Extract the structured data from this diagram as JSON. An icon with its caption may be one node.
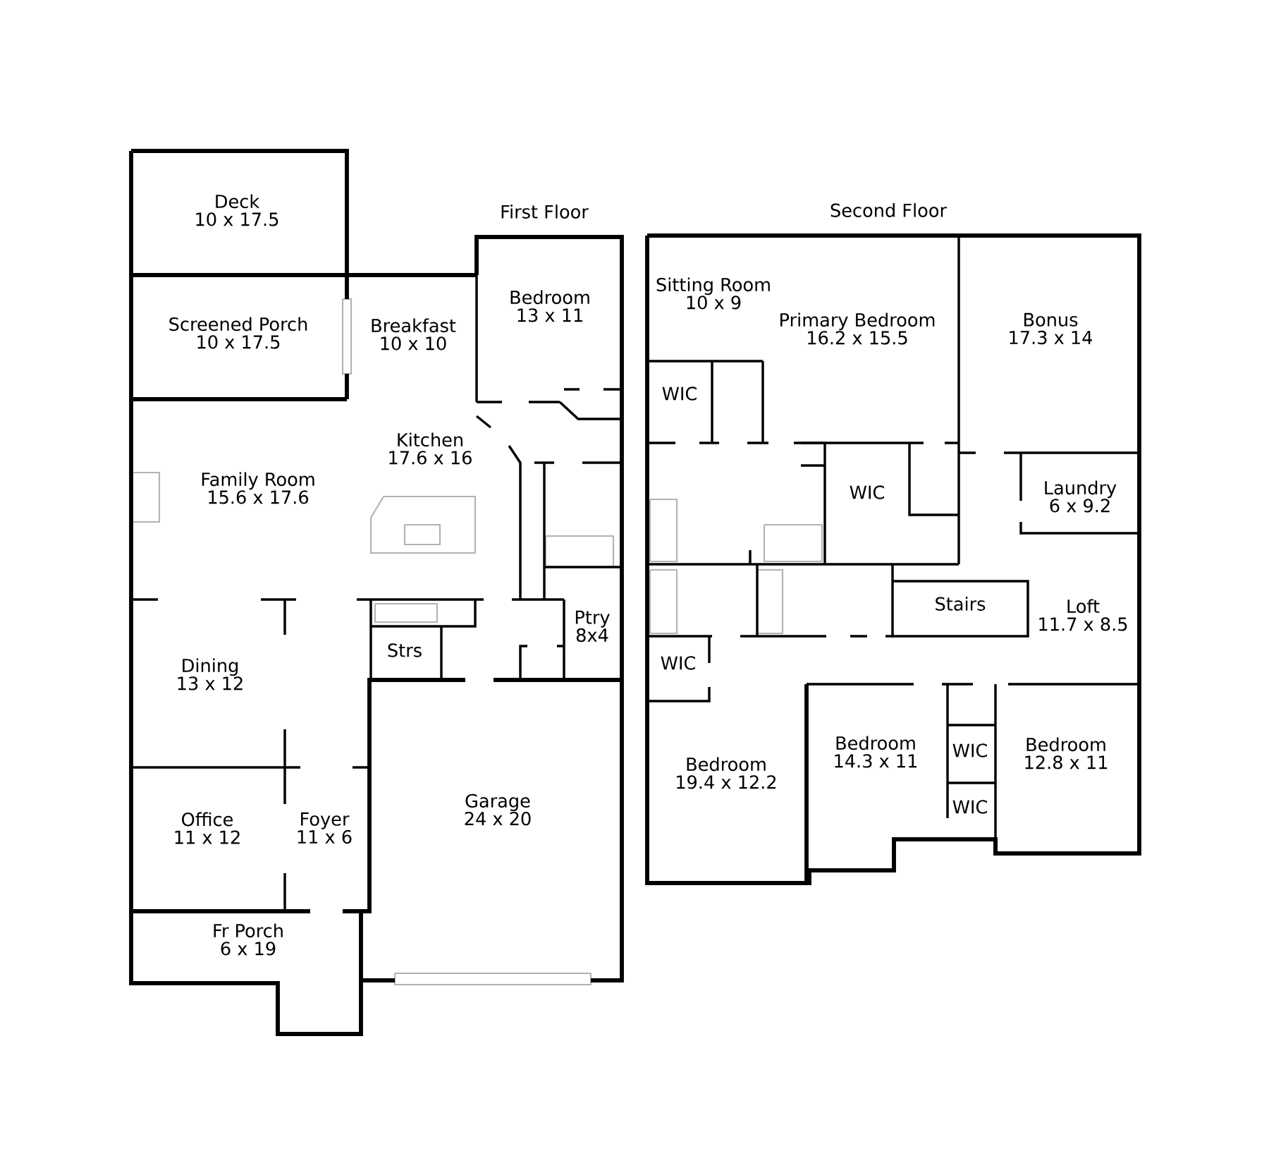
{
  "diagram": {
    "nodes": [
      {
        "text": [
          "Deck",
          "10 x 17.5"
        ]
      },
      {
        "text": [
          "Screened Porch",
          "10 x 17.5"
        ]
      },
      {
        "text": [
          "Breakfast",
          "10 x 10"
        ]
      },
      {
        "text": [
          "Bedroom",
          "13 x 11"
        ]
      },
      {
        "text": [
          "Kitchen",
          "17.6 x 16"
        ]
      },
      {
        "text": [
          "Family Room",
          "15.6 x 17.6"
        ]
      },
      {
        "text": [
          "Dining",
          "13 x 12"
        ]
      },
      {
        "text": [
          "Strs"
        ]
      },
      {
        "text": [
          "Ptry",
          "8x4"
        ]
      },
      {
        "text": [
          "Office",
          "11 x 12"
        ]
      },
      {
        "text": [
          "Foyer",
          "11 x 6"
        ]
      },
      {
        "text": [
          "Garage",
          "24 x 20"
        ]
      },
      {
        "text": [
          "Fr Porch",
          "6 x 19"
        ]
      },
      {
        "text": [
          "Sitting Room",
          "10 x 9"
        ]
      },
      {
        "text": [
          "Primary Bedroom",
          "16.2 x 15.5"
        ]
      },
      {
        "text": [
          "Bonus",
          "17.3 x 14"
        ]
      },
      {
        "text": [
          "WIC"
        ]
      },
      {
        "text": [
          "WIC"
        ]
      },
      {
        "text": [
          "Laundry",
          "6 x 9.2"
        ]
      },
      {
        "text": [
          "Stairs"
        ]
      },
      {
        "text": [
          "Loft",
          "11.7 x 8.5"
        ]
      },
      {
        "text": [
          "WIC"
        ]
      },
      {
        "text": [
          "Bedroom",
          "19.4 x 12.2"
        ]
      },
      {
        "text": [
          "Bedroom",
          "14.3 x 11"
        ]
      },
      {
        "text": [
          "WIC"
        ]
      },
      {
        "text": [
          "WIC"
        ]
      },
      {
        "text": [
          "Bedroom",
          "12.8 x 11"
        ]
      }
    ],
    "labels": [
      "First Floor",
      "Second Floor"
    ]
  }
}
